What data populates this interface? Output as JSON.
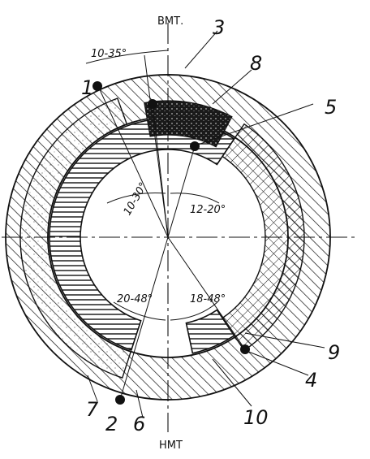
{
  "top_axis_label": "ВМТ.",
  "bottom_axis_label": "НМТ",
  "angles": {
    "top_offset": "10-35°",
    "upper_left": "10-30°",
    "upper_right": "12-20°",
    "lower_left": "20-48°",
    "lower_right": "18-48°"
  },
  "markers": [
    "1",
    "2",
    "3",
    "4",
    "5",
    "6",
    "7",
    "8",
    "9",
    "10"
  ],
  "colors": {
    "ink": "#111111",
    "paper": "#ffffff",
    "combustion": "#1a1a1a"
  }
}
